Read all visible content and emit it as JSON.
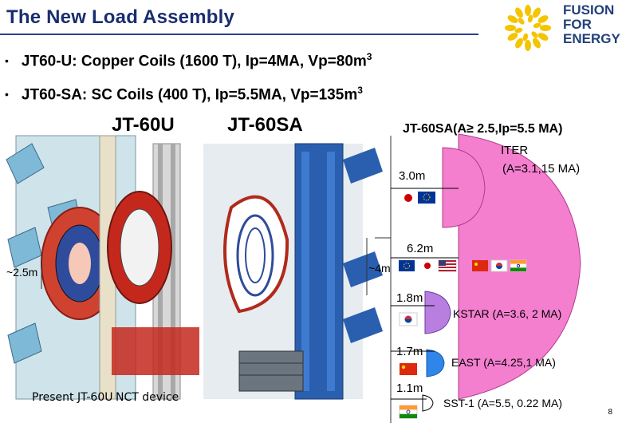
{
  "title": "The New Load Assembly",
  "logo": {
    "line1": "FUSION",
    "line2": "FOR",
    "line3": "ENERGY"
  },
  "bullets": [
    {
      "text": "JT60-U: Copper Coils (1600 T), Ip=4MA, Vp=80m",
      "sup": "3"
    },
    {
      "text": "JT60-SA: SC Coils (400 T), Ip=5.5MA, Vp=135m",
      "sup": "3"
    }
  ],
  "figure": {
    "jt60u_label": "JT-60U",
    "jt60sa_label": "JT-60SA",
    "dim_left": "~2.5m",
    "dim_right": "~4m",
    "caption_left": "Present JT-60U",
    "caption_right": "NCT device"
  },
  "comparison": {
    "heading": "JT-60SA(A≥ 2.5,Ip=5.5 MA)",
    "iter_label": "ITER",
    "iter_params": "(A=3.1,15 MA)",
    "jt60sa_size": "3.0m",
    "iter_size": "6.2m",
    "kstar_size": "1.8m",
    "kstar_label": "KSTAR (A=3.6, 2 MA)",
    "east_size": "1.7m",
    "east_label": "EAST (A=4.25,1 MA)",
    "sst_size": "1.1m",
    "sst_label": "SST-1 (A=5.5, 0.22 MA)",
    "sst_note": "8"
  },
  "page_number": "8",
  "colors": {
    "title": "#1a2e6e",
    "jt60sa_shape": "#f47fcf",
    "iter_shape": "#f47fcf",
    "kstar_shape": "#b87fe0",
    "east_shape": "#2f86e8",
    "sst_shape": "#ffffff",
    "tokamak_blue": "#2a5fb0",
    "tokamak_red": "#c4281c"
  },
  "icons": [
    "fusion-sun-logo-icon",
    "eu-flag-icon",
    "japan-flag-icon",
    "china-flag-icon",
    "korea-flag-icon",
    "india-flag-icon",
    "usa-flag-icon"
  ]
}
